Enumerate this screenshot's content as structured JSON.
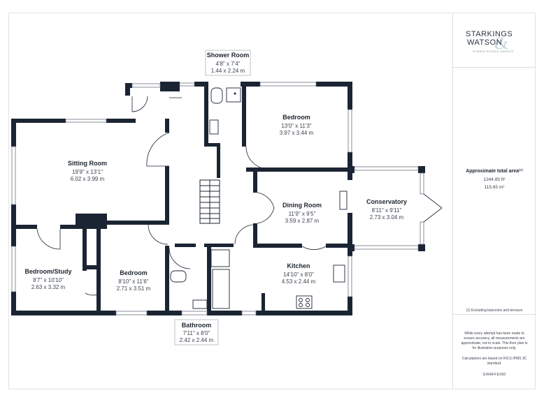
{
  "rooms": {
    "shower": {
      "name": "Shower Room",
      "imperial": "4'8\" x 7'4\"",
      "metric": "1.44 x 2.24 m"
    },
    "bedroom1": {
      "name": "Bedroom",
      "imperial": "13'0\" x 11'3\"",
      "metric": "3.97 x 3.44 m"
    },
    "sitting": {
      "name": "Sitting Room",
      "imperial": "19'9\" x 13'1\"",
      "metric": "6.02 x 3.99 m"
    },
    "dining": {
      "name": "Dining Room",
      "imperial": "11'9\" x 9'5\"",
      "metric": "3.59 x 2.87 m"
    },
    "conservatory": {
      "name": "Conservatory",
      "imperial": "8'11\" x 9'11\"",
      "metric": "2.73 x 3.04 m"
    },
    "study": {
      "name": "Bedroom/Study",
      "imperial": "8'7\" x 10'10\"",
      "metric": "2.63 x 3.32 m"
    },
    "bedroom2": {
      "name": "Bedroom",
      "imperial": "8'10\" x 11'6\"",
      "metric": "2.71 x 3.51 m"
    },
    "kitchen": {
      "name": "Kitchen",
      "imperial": "14'10\" x 8'0\"",
      "metric": "4.53 x 2.44 m"
    },
    "bathroom": {
      "name": "Bathroom",
      "imperial": "7'11\" x 8'0\"",
      "metric": "2.42 x 2.44 m"
    }
  },
  "brand": {
    "line1": "STARKINGS",
    "line2": "WATSON",
    "ampersand": "&",
    "tagline": "HYBRID ESTATE AGENTS"
  },
  "area": {
    "title": "Approximate total area⁽¹⁾",
    "imperial": "1244.85 ft²",
    "metric": "115.65 m²"
  },
  "footnote": "(1) Excluding balconies and terraces",
  "disclaimer": "While every attempt has been made to ensure accuracy, all measurements are approximate, not to scale. This floor plan is for illustrative purposes only.",
  "calculation": "Calculations are based on RICS IPMS 3C standard.",
  "credit": "GIRAFFE360",
  "colors": {
    "wall": "#1b2432",
    "accent": "#8fb7c9"
  }
}
